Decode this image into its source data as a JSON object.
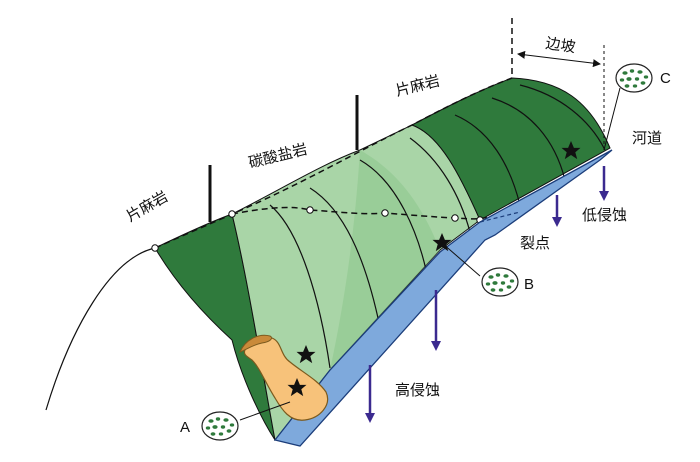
{
  "labels": {
    "rock_left": "片麻岩",
    "rock_middle": "碳酸盐岩",
    "rock_right": "片麻岩",
    "slope": "边坡",
    "river": "河道",
    "low_erosion": "低侵蚀",
    "knickpoint": "裂点",
    "high_erosion": "高侵蚀",
    "point_a": "A",
    "point_b": "B",
    "point_c": "C"
  },
  "colors": {
    "dark_green": "#2f7a3c",
    "light_green": "#a9d5a7",
    "mid_green": "#87c388",
    "river_blue": "#7ea9dc",
    "river_edge": "#1b3d7a",
    "arrow": "#3b2a8f",
    "landslide": "#f7c27a",
    "landslide_edge": "#7b5a1e"
  },
  "icons": [
    "star-icon",
    "sample-icon",
    "down-arrow-icon"
  ]
}
